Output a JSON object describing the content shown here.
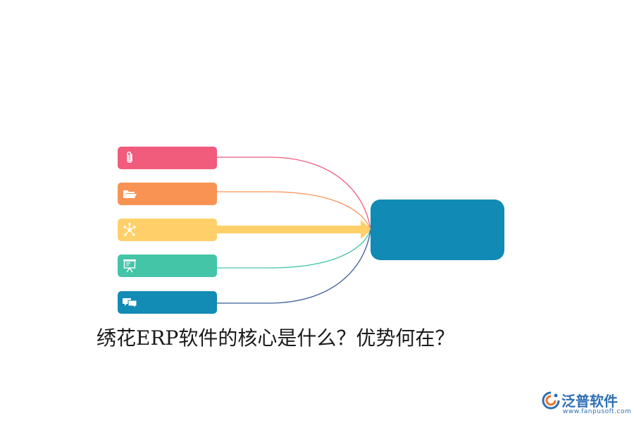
{
  "diagram": {
    "caption": "绣花ERP软件的核心是什么？优势何在？",
    "hub": {
      "color": "#118bb5",
      "label": ""
    },
    "nodes": [
      {
        "id": "paperclip",
        "icon": "paperclip-icon",
        "color": "#f15b7c",
        "label": ""
      },
      {
        "id": "folder",
        "icon": "folder-icon",
        "color": "#f99354",
        "label": ""
      },
      {
        "id": "network",
        "icon": "network-icon",
        "color": "#ffd06a",
        "label": ""
      },
      {
        "id": "presentation",
        "icon": "presentation-icon",
        "color": "#45c5a7",
        "label": ""
      },
      {
        "id": "chat",
        "icon": "chat-icon",
        "color": "#128bb5",
        "label": ""
      }
    ],
    "connectors": [
      {
        "from": "paperclip",
        "style": "thin",
        "color": "#f15b7c"
      },
      {
        "from": "folder",
        "style": "thin",
        "color": "#f99354"
      },
      {
        "from": "network",
        "style": "thick-arrow",
        "color": "#ffd06a"
      },
      {
        "from": "presentation",
        "style": "thin",
        "color": "#45c5a7"
      },
      {
        "from": "chat",
        "style": "thin",
        "color": "#3b5b97"
      }
    ]
  },
  "watermark": {
    "brand": "泛普软件",
    "url": "www.fanpusoft.com",
    "color": "#2f6fb5"
  }
}
